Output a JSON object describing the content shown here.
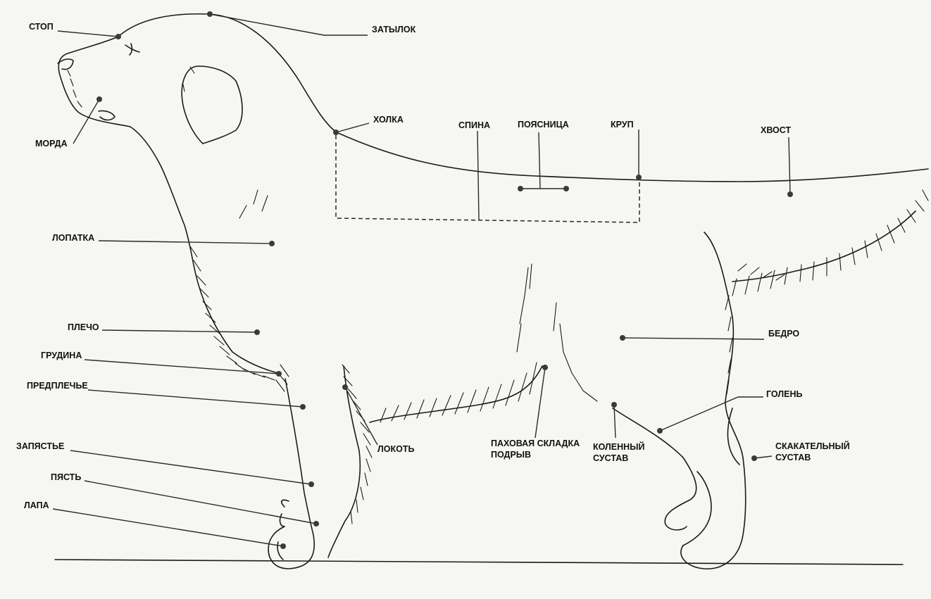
{
  "labels": {
    "stop": "СТОП",
    "occiput": "ЗАТЫЛОК",
    "muzzle": "МОРДА",
    "withers": "ХОЛКА",
    "back": "СПИНА",
    "loin": "ПОЯСНИЦА",
    "croup": "КРУП",
    "tail": "ХВОСТ",
    "shoulder_blade": "ЛОПАТКА",
    "upper_arm": "ПЛЕЧО",
    "chest": "ГРУДИНА",
    "forearm": "ПРЕДПЛЕЧЬЕ",
    "wrist": "ЗАПЯСТЬЕ",
    "pastern": "ПЯСТЬ",
    "paw": "ЛАПА",
    "elbow": "ЛОКОТЬ",
    "flank_line1": "ПАХОВАЯ СКЛАДКА",
    "flank_line2": "ПОДРЫВ",
    "stifle_line1": "КОЛЕННЫЙ",
    "stifle_line2": "СУСТАВ",
    "thigh": "БЕДРО",
    "shin": "ГОЛЕНЬ",
    "hock_line1": "СКАКАТЕЛЬНЫЙ",
    "hock_line2": "СУСТАВ"
  }
}
